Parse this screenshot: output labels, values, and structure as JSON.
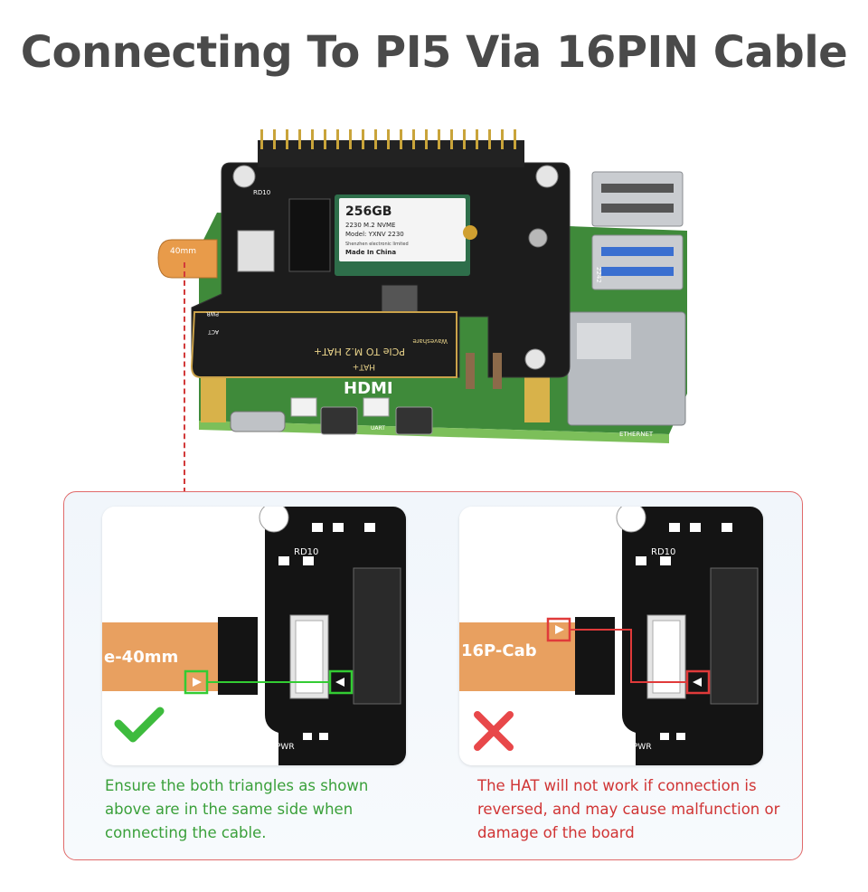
{
  "title": "Connecting To PI5 Via 16PIN Cable",
  "product": {
    "ssd": {
      "capacity": "256GB",
      "line1": "2230 M.2 NVME",
      "line2": "Model: YXNV 2230",
      "line3": "Shenzhen electronic limited",
      "line4": "Made In China"
    },
    "hat_name": "PCIe TO M.2 HAT+",
    "hat_badge": "HAT+",
    "brand": "Waveshare",
    "hdmi": "HDMI",
    "cable_label": "40mm",
    "silk_rd10": "RD10",
    "silk_pwr": "PWR",
    "silk_act": "ACT",
    "silk_2242": "2242",
    "silk_uart": "UART",
    "silk_ethernet": "ETHERNET"
  },
  "correct": {
    "cable_text": "e-40mm",
    "silk_rd10": "RD10",
    "silk_pwr": "PWR",
    "caption": "Ensure the both triangles as shown above are in the same side when connecting the cable.",
    "highlight_color": "#33cc33"
  },
  "incorrect": {
    "cable_text": "16P-Cab",
    "silk_rd10": "RD10",
    "silk_pwr": "PWR",
    "caption": "The HAT will not work if connection is reversed, and may cause malfunction or damage of the board",
    "highlight_color": "#e03a3a"
  },
  "colors": {
    "title": "#4a4a4a",
    "panel_border": "#e06a6a",
    "ok": "#3aa03a",
    "bad": "#d03434",
    "cable": "#e8a060",
    "pcb": "#1a1a1a"
  }
}
